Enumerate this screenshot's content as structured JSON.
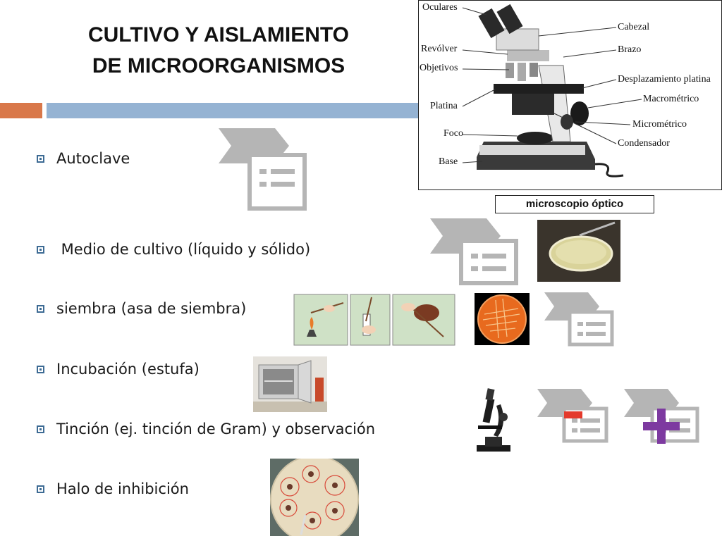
{
  "slide": {
    "title_line1": "CULTIVO Y AISLAMIENTO",
    "title_line2": "DE MICROORGANISMOS",
    "bullets": [
      "Autoclave",
      " Medio de cultivo (líquido y sólido)",
      "siembra (asa de siembra)",
      "Incubación (estufa)",
      "Tinción (ej. tinción de Gram) y observación",
      "Halo de inhibición"
    ],
    "caption": "microscopio óptico"
  },
  "microscope_labels": {
    "left": [
      "Oculares",
      "Revólver",
      "Objetivos",
      "Platina",
      "Foco",
      "Base"
    ],
    "right": [
      "Cabezal",
      "Brazo",
      "Desplazamiento platina",
      "Macrométrico",
      "Micrométrico",
      "Condensador"
    ]
  },
  "colors": {
    "accent_orange": "#d9784a",
    "accent_blue": "#95b3d3",
    "bullet": "#3d6b94",
    "placeholder_gray": "#b5b5b5",
    "minus_red": "#e43a2c",
    "plus_purple": "#7d3aa0"
  },
  "icons": [
    "picture-placeholder-icon",
    "minus-sign-icon",
    "plus-sign-icon",
    "microscope-icon"
  ]
}
